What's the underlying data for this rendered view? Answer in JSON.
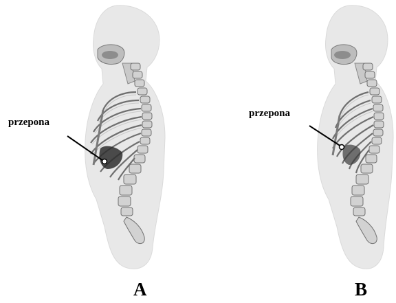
{
  "figures": [
    {
      "id": "A",
      "caption": "A",
      "pointer_label": "przepona"
    },
    {
      "id": "B",
      "caption": "B",
      "pointer_label": "przepona"
    }
  ],
  "colors": {
    "silhouette": "#e6e6e6",
    "bone": "#d4d4d4",
    "bone_shadow": "#8a8a8a",
    "cavity_dark": "#3a3a3a",
    "pointer": "#000000"
  },
  "icons": [
    "human-silhouette-icon",
    "skull-icon",
    "spine-icon",
    "rib-cage-icon",
    "diaphragm-marker-icon"
  ]
}
